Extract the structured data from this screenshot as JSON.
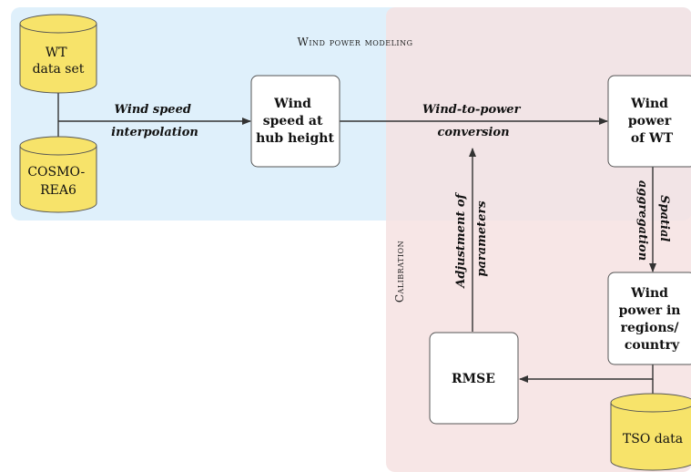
{
  "regions": {
    "modeling": {
      "label": "Wind power modeling",
      "color": "#dff0fb"
    },
    "calibration": {
      "label": "Calibration",
      "color": "#f6e2e2"
    }
  },
  "nodes": {
    "wt_dataset": {
      "lines": [
        "WT",
        "data set"
      ],
      "shape": "cylinder"
    },
    "cosmo": {
      "lines": [
        "COSMO-",
        "REA6"
      ],
      "shape": "cylinder"
    },
    "wind_speed_hub": {
      "lines": [
        "Wind",
        "speed at",
        "hub height"
      ],
      "shape": "box"
    },
    "wind_power_wt": {
      "lines": [
        "Wind",
        "power",
        "of WT"
      ],
      "shape": "box"
    },
    "wind_power_regions": {
      "lines": [
        "Wind",
        "power in",
        "regions/",
        "country"
      ],
      "shape": "box"
    },
    "rmse": {
      "lines": [
        "RMSE"
      ],
      "shape": "box"
    },
    "tso": {
      "lines": [
        "TSO data"
      ],
      "shape": "cylinder"
    }
  },
  "edges": {
    "interp": {
      "lines": [
        "Wind speed",
        "interpolation"
      ]
    },
    "w2p": {
      "lines": [
        "Wind-to-power",
        "conversion"
      ]
    },
    "spatial": {
      "lines": [
        "Spatial",
        "aggregation"
      ]
    },
    "adjust": {
      "lines": [
        "Adjustment of",
        "parameters"
      ]
    }
  },
  "colors": {
    "cylinder_fill": "#f7e36a",
    "cylinder_stroke": "#555555",
    "box_fill": "#ffffff",
    "box_stroke": "#555555",
    "arrow": "#333333"
  }
}
